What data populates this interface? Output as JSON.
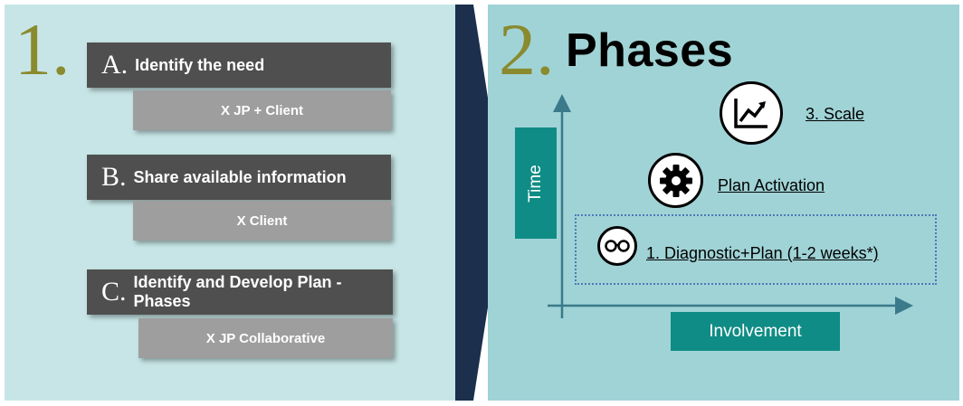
{
  "step1": {
    "number": "1.",
    "items": [
      {
        "letter": "A.",
        "title": "Identify the need",
        "sub": "X JP + Client"
      },
      {
        "letter": "B.",
        "title": "Share available information",
        "sub": "X Client"
      },
      {
        "letter": "C.",
        "title": "Identify and Develop Plan - Phases",
        "sub": "X JP Collaborative"
      }
    ]
  },
  "step2": {
    "number": "2.",
    "title": "Phases",
    "y_axis_label": "Time",
    "x_axis_label": "Involvement",
    "phases": [
      {
        "label": "3. Scale",
        "icon": "chart-line-icon"
      },
      {
        "label": "Plan Activation",
        "icon": "gear-icon"
      },
      {
        "label": "1. Diagnostic+Plan (1-2 weeks*)",
        "icon": "glasses-icon"
      }
    ]
  },
  "colors": {
    "left_panel": "#c7e5e6",
    "right_panel": "#a0d3d6",
    "chevron": "#1c2f4c",
    "header_dark": "#4f4f4f",
    "sub_gray": "#9e9e9e",
    "teal": "#0f8c85",
    "number_olive": "#8a8a2e",
    "axis": "#3a7a8a"
  }
}
